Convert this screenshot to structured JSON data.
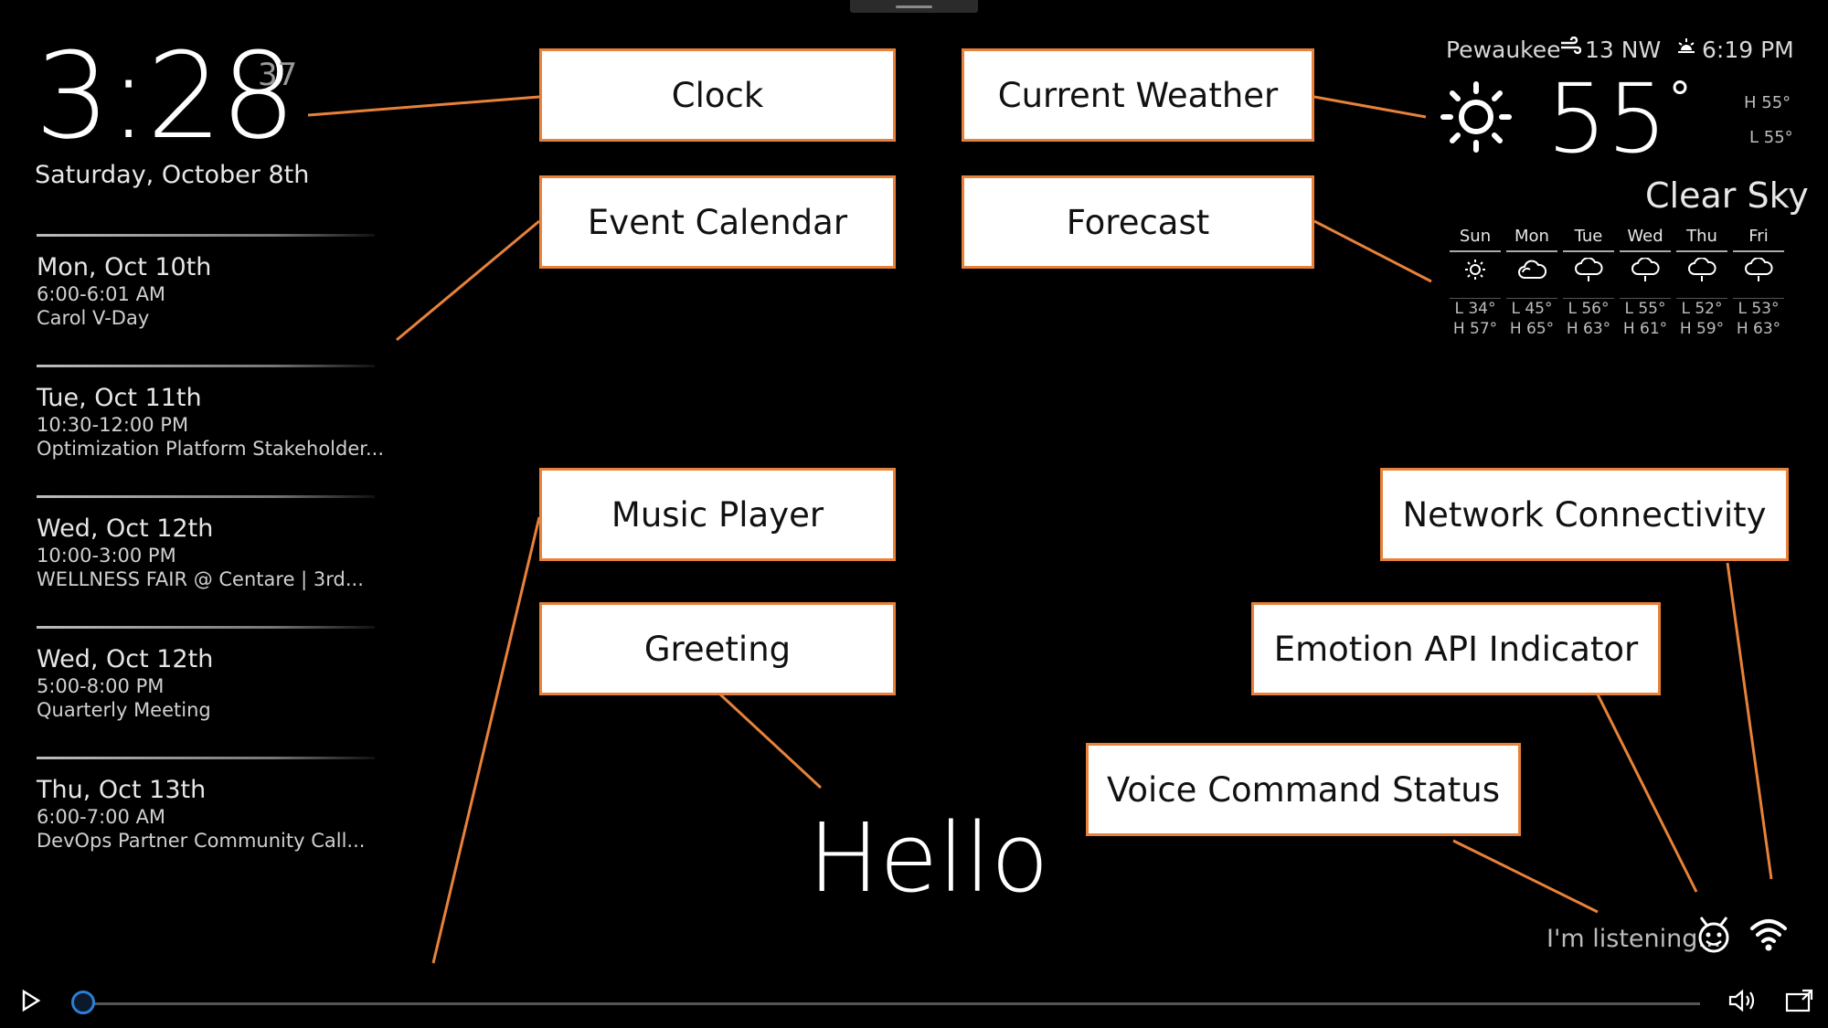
{
  "clock": {
    "time": "3:28",
    "seconds": "37",
    "date": "Saturday, October 8th"
  },
  "calendar": {
    "events": [
      {
        "day": "Mon, Oct 10th",
        "time": "6:00-6:01 AM",
        "title": "Carol V-Day"
      },
      {
        "day": "Tue, Oct 11th",
        "time": "10:30-12:00 PM",
        "title": "Optimization Platform Stakeholder..."
      },
      {
        "day": "Wed, Oct 12th",
        "time": "10:00-3:00 PM",
        "title": "WELLNESS FAIR @ Centare | 3rd..."
      },
      {
        "day": "Wed, Oct 12th",
        "time": "5:00-8:00 PM",
        "title": "Quarterly Meeting"
      },
      {
        "day": "Thu, Oct 13th",
        "time": "6:00-7:00 AM",
        "title": "DevOps Partner Community Call..."
      }
    ]
  },
  "weather": {
    "location": "Pewaukee",
    "wind": "13 NW",
    "sunset": "6:19 PM",
    "temp": "55",
    "deg": "°",
    "high": "H 55°",
    "low": "L 55°",
    "summary": "Clear Sky",
    "icons": {
      "wind": "wind-icon",
      "sunset": "sunset-icon",
      "current": "sun-icon"
    },
    "forecast": [
      {
        "day": "Sun",
        "icon": "sun-icon",
        "lo": "L 34°",
        "hi": "H 57°"
      },
      {
        "day": "Mon",
        "icon": "cloudy-icon",
        "lo": "L 45°",
        "hi": "H 65°"
      },
      {
        "day": "Tue",
        "icon": "rain-icon",
        "lo": "L 56°",
        "hi": "H 63°"
      },
      {
        "day": "Wed",
        "icon": "rain-icon",
        "lo": "L 55°",
        "hi": "H 61°"
      },
      {
        "day": "Thu",
        "icon": "rain-icon",
        "lo": "L 52°",
        "hi": "H 59°"
      },
      {
        "day": "Fri",
        "icon": "rain-icon",
        "lo": "L 53°",
        "hi": "H 63°"
      }
    ]
  },
  "callouts": {
    "clock": "Clock",
    "current_weather": "Current Weather",
    "event_calendar": "Event Calendar",
    "forecast": "Forecast",
    "music_player": "Music Player",
    "greeting": "Greeting",
    "network": "Network Connectivity",
    "emotion": "Emotion API Indicator",
    "voice": "Voice Command Status"
  },
  "greeting": "Hello",
  "status": {
    "listening": "I'm listening..."
  },
  "media": {
    "progress": 0
  },
  "colors": {
    "callout_border": "#e8823a",
    "leader_line": "#e8823a",
    "progress_knob": "#2b7fd6",
    "background": "#000000"
  }
}
